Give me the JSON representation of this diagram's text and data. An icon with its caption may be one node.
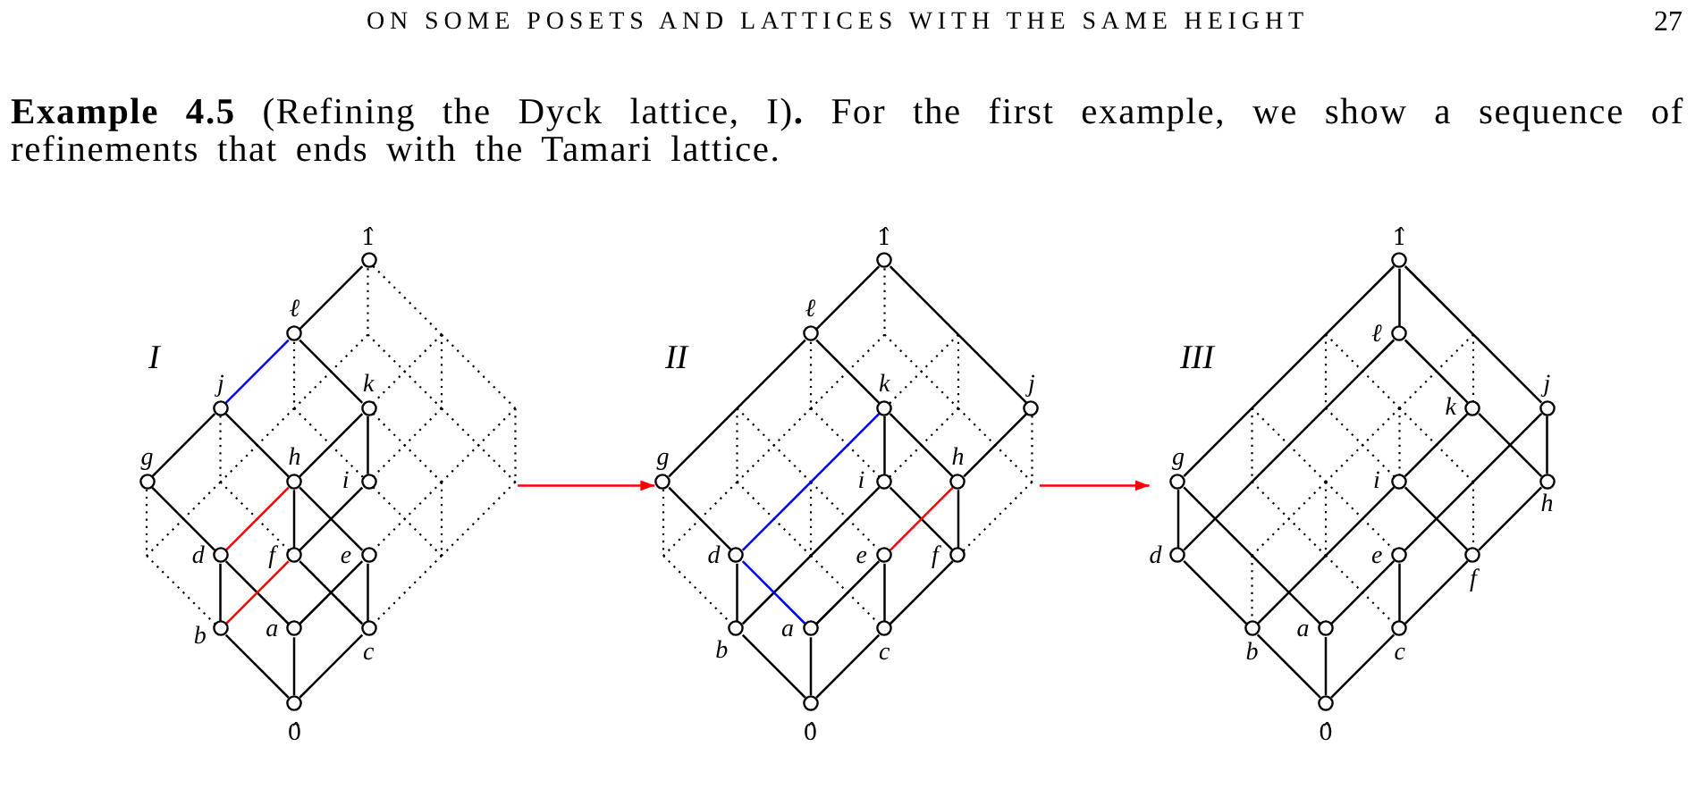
{
  "diagram": {
    "nodes": [
      {
        "text": [
          "I"
        ]
      },
      {
        "text": [
          "1̂"
        ],
        "in": 0
      },
      {
        "text": [
          "ℓ"
        ],
        "in": 0
      },
      {
        "text": [
          "j"
        ],
        "in": 0
      },
      {
        "text": [
          "k"
        ],
        "in": 0
      },
      {
        "text": [
          "g"
        ],
        "in": 0
      },
      {
        "text": [
          "h"
        ],
        "in": 0
      },
      {
        "text": [
          "i"
        ],
        "in": 0
      },
      {
        "text": [
          "d"
        ],
        "in": 0
      },
      {
        "text": [
          "f"
        ],
        "in": 0
      },
      {
        "text": [
          "e"
        ],
        "in": 0
      },
      {
        "text": [
          "b"
        ],
        "in": 0
      },
      {
        "text": [
          "a"
        ],
        "in": 0
      },
      {
        "text": [
          "c"
        ],
        "in": 0
      },
      {
        "text": [
          "0̂"
        ],
        "in": 0
      },
      {
        "text": [
          "II"
        ]
      },
      {
        "text": [
          "1̂"
        ],
        "in": 15
      },
      {
        "text": [
          "ℓ"
        ],
        "in": 15
      },
      {
        "text": [
          "k"
        ],
        "in": 15
      },
      {
        "text": [
          "j"
        ],
        "in": 15
      },
      {
        "text": [
          "g"
        ],
        "in": 15
      },
      {
        "text": [
          "i"
        ],
        "in": 15
      },
      {
        "text": [
          "h"
        ],
        "in": 15
      },
      {
        "text": [
          "d"
        ],
        "in": 15
      },
      {
        "text": [
          "e"
        ],
        "in": 15
      },
      {
        "text": [
          "f"
        ],
        "in": 15
      },
      {
        "text": [
          "b"
        ],
        "in": 15
      },
      {
        "text": [
          "a"
        ],
        "in": 15
      },
      {
        "text": [
          "c"
        ],
        "in": 15
      },
      {
        "text": [
          "0̂"
        ],
        "in": 15
      },
      {
        "text": [
          "III"
        ]
      },
      {
        "text": [
          "1̂"
        ],
        "in": 30
      },
      {
        "text": [
          "ℓ"
        ],
        "in": 30
      },
      {
        "text": [
          "k"
        ],
        "in": 30
      },
      {
        "text": [
          "j"
        ],
        "in": 30
      },
      {
        "text": [
          "g"
        ],
        "in": 30
      },
      {
        "text": [
          "i"
        ],
        "in": 30
      },
      {
        "text": [
          "h"
        ],
        "in": 30
      },
      {
        "text": [
          "d"
        ],
        "in": 30
      },
      {
        "text": [
          "e"
        ],
        "in": 30
      },
      {
        "text": [
          "f"
        ],
        "in": 30
      },
      {
        "text": [
          "b"
        ],
        "in": 30
      },
      {
        "text": [
          "a"
        ],
        "in": 30
      },
      {
        "text": [
          "c"
        ],
        "in": 30
      },
      {
        "text": [
          "0̂"
        ],
        "in": 30
      }
    ],
    "edges": [
      {
        "from": 1,
        "to": 2,
        "arrow": "none"
      },
      {
        "from": 2,
        "to": 3,
        "arrow": "none",
        "color": "#0000ff"
      },
      {
        "from": 2,
        "to": 4,
        "arrow": "none"
      },
      {
        "from": 3,
        "to": 5,
        "arrow": "none"
      },
      {
        "from": 3,
        "to": 6,
        "arrow": "none"
      },
      {
        "from": 4,
        "to": 6,
        "arrow": "none"
      },
      {
        "from": 4,
        "to": 7,
        "arrow": "none"
      },
      {
        "from": 5,
        "to": 8,
        "arrow": "none"
      },
      {
        "from": 6,
        "to": 8,
        "arrow": "none",
        "color": "#ff0000"
      },
      {
        "from": 6,
        "to": 9,
        "arrow": "none"
      },
      {
        "from": 6,
        "to": 10,
        "arrow": "none"
      },
      {
        "from": 7,
        "to": 9,
        "arrow": "none"
      },
      {
        "from": 8,
        "to": 11,
        "arrow": "none"
      },
      {
        "from": 8,
        "to": 12,
        "arrow": "none"
      },
      {
        "from": 9,
        "to": 11,
        "arrow": "none",
        "color": "#ff0000"
      },
      {
        "from": 9,
        "to": 13,
        "arrow": "none"
      },
      {
        "from": 10,
        "to": 12,
        "arrow": "none"
      },
      {
        "from": 10,
        "to": 13,
        "arrow": "none"
      },
      {
        "from": 11,
        "to": 14,
        "arrow": "none"
      },
      {
        "from": 12,
        "to": 14,
        "arrow": "none"
      },
      {
        "from": 13,
        "to": 14,
        "arrow": "none"
      },
      {
        "from": 0,
        "to": 15,
        "arrow": "to",
        "color": "#ff0000"
      },
      {
        "from": 16,
        "to": 17,
        "arrow": "none"
      },
      {
        "from": 16,
        "to": 19,
        "arrow": "none"
      },
      {
        "from": 17,
        "to": 20,
        "arrow": "none"
      },
      {
        "from": 17,
        "to": 18,
        "arrow": "none"
      },
      {
        "from": 18,
        "to": 21,
        "arrow": "none"
      },
      {
        "from": 18,
        "to": 22,
        "arrow": "none"
      },
      {
        "from": 18,
        "to": 23,
        "arrow": "none",
        "color": "#0000ff"
      },
      {
        "from": 19,
        "to": 22,
        "arrow": "none"
      },
      {
        "from": 20,
        "to": 23,
        "arrow": "none"
      },
      {
        "from": 21,
        "to": 26,
        "arrow": "none"
      },
      {
        "from": 21,
        "to": 25,
        "arrow": "none"
      },
      {
        "from": 22,
        "to": 24,
        "arrow": "none",
        "color": "#ff0000"
      },
      {
        "from": 22,
        "to": 25,
        "arrow": "none"
      },
      {
        "from": 23,
        "to": 26,
        "arrow": "none"
      },
      {
        "from": 23,
        "to": 27,
        "arrow": "none",
        "color": "#0000ff"
      },
      {
        "from": 24,
        "to": 27,
        "arrow": "none"
      },
      {
        "from": 24,
        "to": 28,
        "arrow": "none"
      },
      {
        "from": 25,
        "to": 28,
        "arrow": "none"
      },
      {
        "from": 26,
        "to": 29,
        "arrow": "none"
      },
      {
        "from": 27,
        "to": 29,
        "arrow": "none"
      },
      {
        "from": 28,
        "to": 29,
        "arrow": "none"
      },
      {
        "from": 15,
        "to": 30,
        "arrow": "to",
        "color": "#ff0000"
      },
      {
        "from": 31,
        "to": 35,
        "arrow": "none"
      },
      {
        "from": 31,
        "to": 32,
        "arrow": "none"
      },
      {
        "from": 31,
        "to": 34,
        "arrow": "none"
      },
      {
        "from": 32,
        "to": 38,
        "arrow": "none"
      },
      {
        "from": 32,
        "to": 33,
        "arrow": "none"
      },
      {
        "from": 33,
        "to": 36,
        "arrow": "none"
      },
      {
        "from": 33,
        "to": 37,
        "arrow": "none"
      },
      {
        "from": 34,
        "to": 39,
        "arrow": "none"
      },
      {
        "from": 34,
        "to": 37,
        "arrow": "none"
      },
      {
        "from": 35,
        "to": 38,
        "arrow": "none"
      },
      {
        "from": 35,
        "to": 42,
        "arrow": "none"
      },
      {
        "from": 36,
        "to": 41,
        "arrow": "none"
      },
      {
        "from": 36,
        "to": 40,
        "arrow": "none"
      },
      {
        "from": 37,
        "to": 40,
        "arrow": "none"
      },
      {
        "from": 38,
        "to": 41,
        "arrow": "none"
      },
      {
        "from": 39,
        "to": 42,
        "arrow": "none"
      },
      {
        "from": 39,
        "to": 43,
        "arrow": "none"
      },
      {
        "from": 40,
        "to": 43,
        "arrow": "none"
      },
      {
        "from": 41,
        "to": 44,
        "arrow": "none"
      },
      {
        "from": 42,
        "to": 44,
        "arrow": "none"
      },
      {
        "from": 43,
        "to": 44,
        "arrow": "none"
      }
    ],
    "labels": [
      "ON SOME POSETS AND LATTICES WITH THE SAME HEIGHT",
      "27",
      "**Example 4.5** (Refining the Dyck lattice, I)**.** For the first example, we show a sequence of refinements that ends with the Tamari lattice."
    ]
  }
}
